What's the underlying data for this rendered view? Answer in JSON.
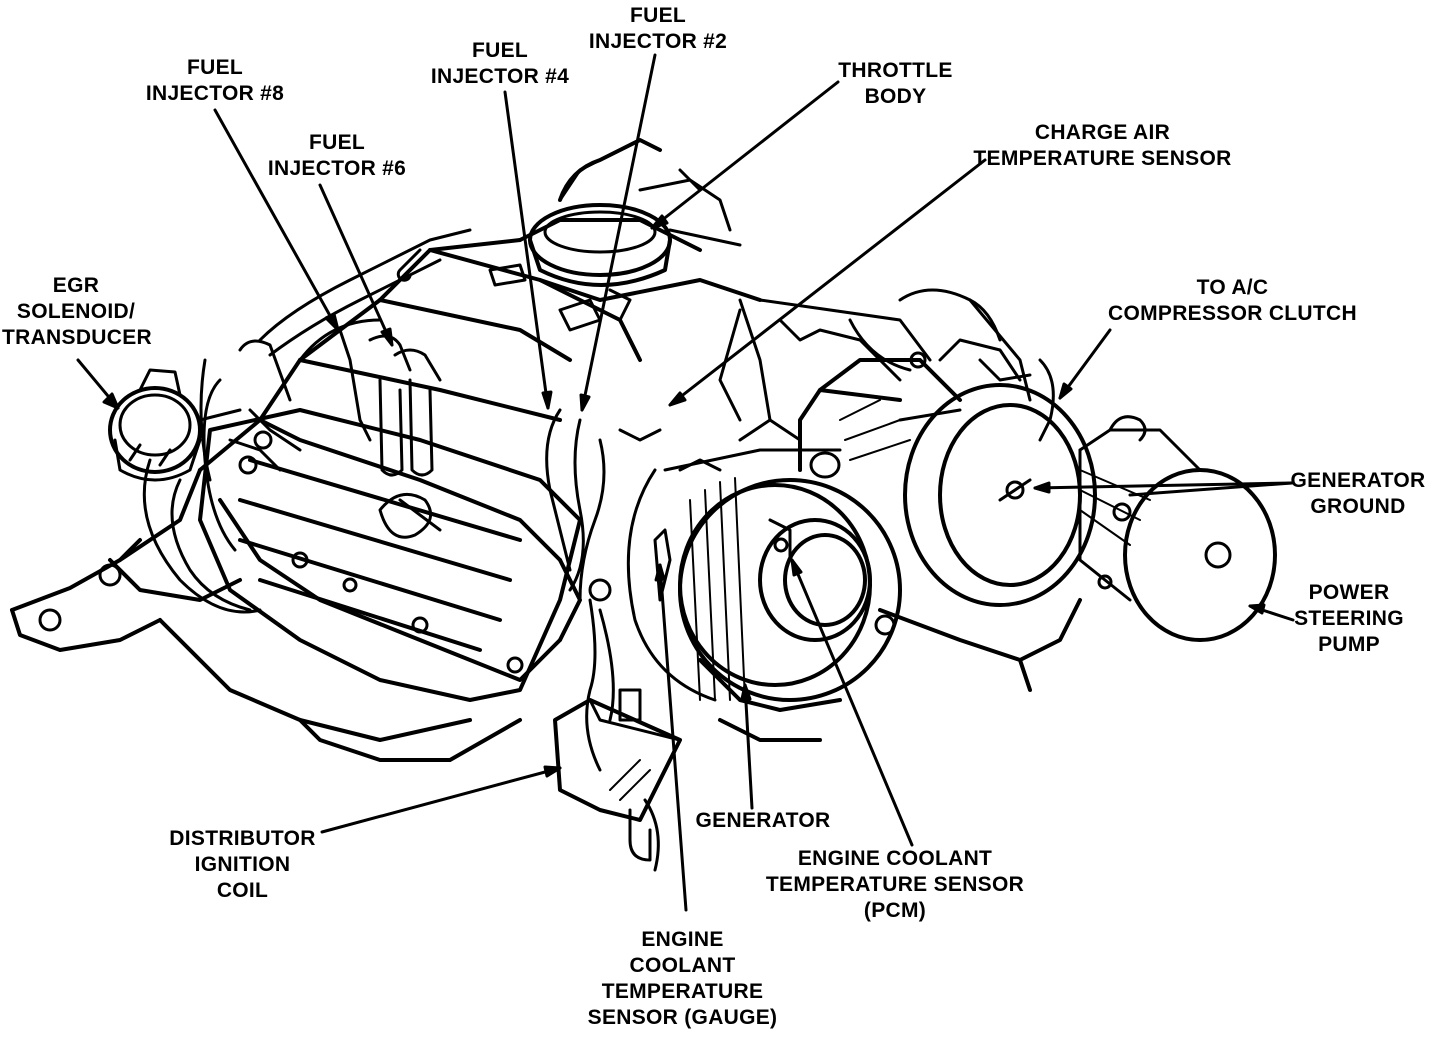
{
  "diagram": {
    "ink_color": "#000000",
    "background_color": "#ffffff",
    "labels": {
      "egr": [
        "EGR",
        "SOLENOID/",
        "TRANSDUCER"
      ],
      "injector8": [
        "FUEL",
        "INJECTOR #8"
      ],
      "injector6": [
        "FUEL",
        "INJECTOR #6"
      ],
      "injector4": [
        "FUEL",
        "INJECTOR #4"
      ],
      "injector2": [
        "FUEL",
        "INJECTOR #2"
      ],
      "throttle": [
        "THROTTLE",
        "BODY"
      ],
      "charge_air": [
        "CHARGE AIR",
        "TEMPERATURE SENSOR"
      ],
      "ac": [
        "TO A/C",
        "COMPRESSOR CLUTCH"
      ],
      "gen_ground": [
        "GENERATOR",
        "GROUND"
      ],
      "ps_pump": [
        "POWER",
        "STEERING",
        "PUMP"
      ],
      "distributor": [
        "DISTRIBUTOR",
        "IGNITION",
        "COIL"
      ],
      "generator": [
        "GENERATOR"
      ],
      "ect_pcm": [
        "ENGINE COOLANT",
        "TEMPERATURE SENSOR",
        "(PCM)"
      ],
      "ect_gauge": [
        "ENGINE",
        "COOLANT",
        "TEMPERATURE",
        "SENSOR (GAUGE)"
      ]
    }
  }
}
